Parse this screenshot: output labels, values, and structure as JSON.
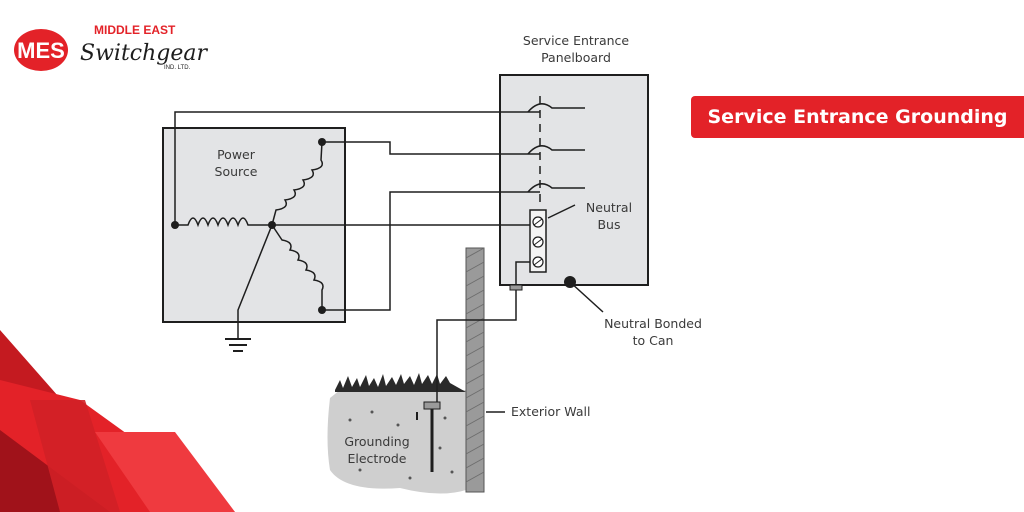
{
  "brand": {
    "logo_text": "MES",
    "name_top": "MIDDLE EAST",
    "name_script": "Switchgear",
    "name_suffix": "IND. LTD."
  },
  "title": "Service Entrance Grounding",
  "labels": {
    "power_source": [
      "Power",
      "Source"
    ],
    "panelboard": [
      "Service Entrance",
      "Panelboard"
    ],
    "neutral_bus": [
      "Neutral",
      "Bus"
    ],
    "neutral_bonded": [
      "Neutral Bonded",
      "to Can"
    ],
    "exterior_wall": "Exterior Wall",
    "grounding_electrode": [
      "Grounding",
      "Electrode"
    ]
  },
  "colors": {
    "brand_red": "#e32228",
    "dark_red": "#b3121a",
    "panel_gray": "#e3e4e6",
    "ink": "#1e1e1e"
  }
}
